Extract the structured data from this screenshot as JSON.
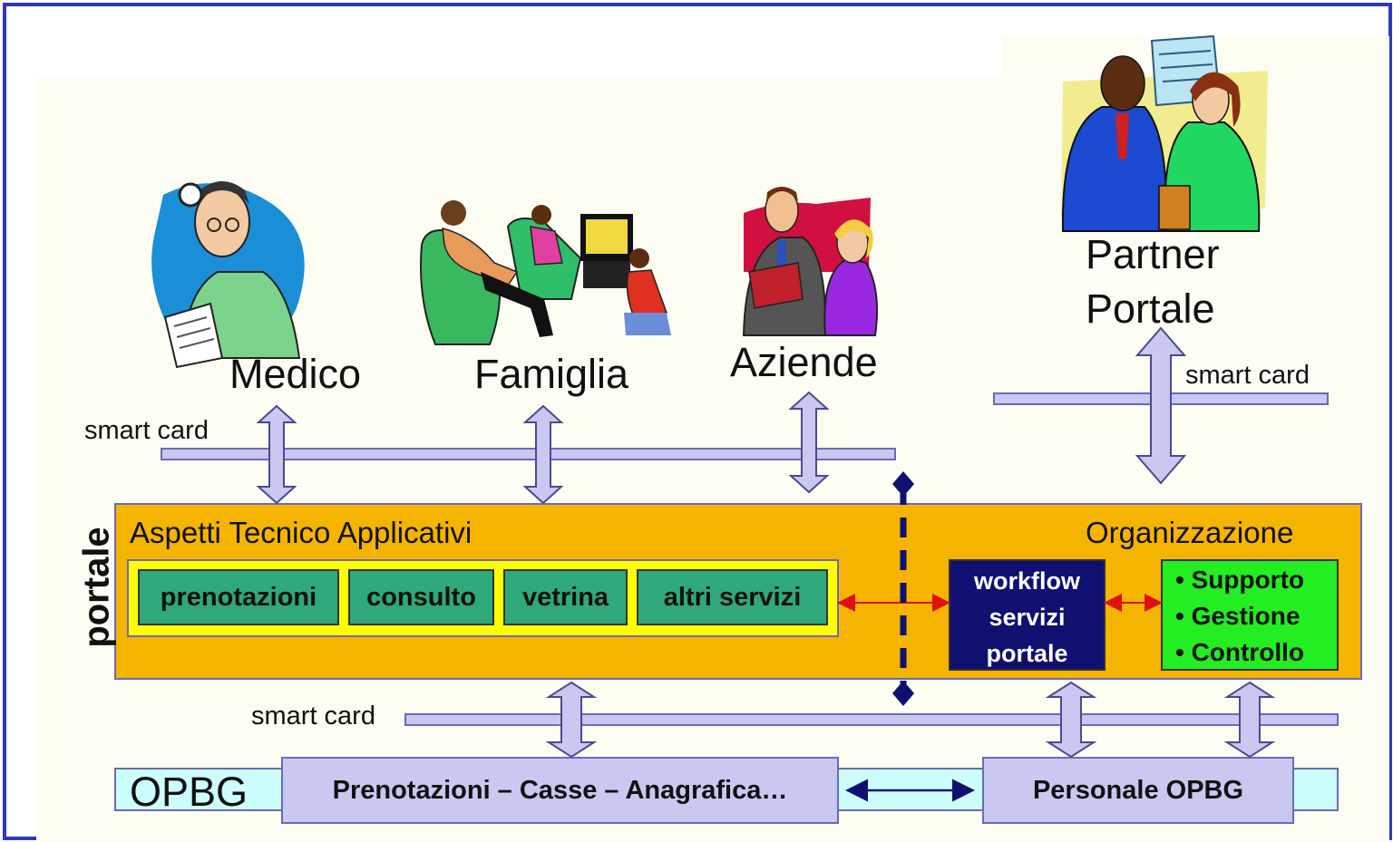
{
  "actors": {
    "medico": "Medico",
    "famiglia": "Famiglia",
    "aziende": "Aziende",
    "partner_line1": "Partner",
    "partner_line2": "Portale"
  },
  "smart_card_label": "smart card",
  "portale": {
    "side_label": "portale",
    "tech_title": "Aspetti Tecnico Applicativi",
    "org_title": "Organizzazione",
    "services": [
      "prenotazioni",
      "consulto",
      "vetrina",
      "altri servizi"
    ],
    "workflow_lines": [
      "workflow",
      "servizi",
      "portale"
    ],
    "org_items": [
      "• Supporto",
      "• Gestione",
      "• Controllo"
    ]
  },
  "opbg": {
    "label": "OPBG",
    "systems": "Prenotazioni – Casse – Anagrafica…",
    "personale": "Personale OPBG"
  },
  "colors": {
    "frame": "#2e39b8",
    "portal": "#f5b400",
    "services_band": "#ffff00",
    "service_box": "#2fa87a",
    "workflow": "#101070",
    "organizzazione": "#22ee22",
    "opbg_band": "#ccfefe",
    "smart_card_bar": "#c8c8f0",
    "red_link": "#e01010",
    "divider": "#101070"
  }
}
